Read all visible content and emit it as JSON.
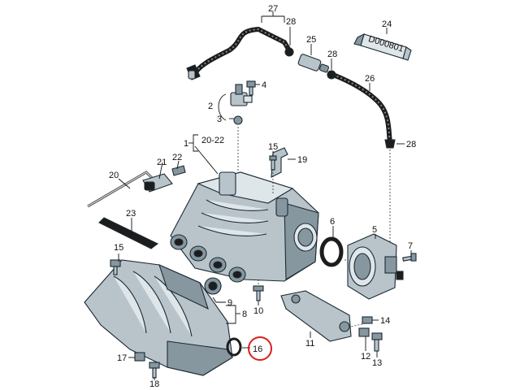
{
  "callouts": [
    {
      "id": "c1",
      "text": "1"
    },
    {
      "id": "c2",
      "text": "2"
    },
    {
      "id": "c3",
      "text": "3"
    },
    {
      "id": "c4",
      "text": "4"
    },
    {
      "id": "c5",
      "text": "5"
    },
    {
      "id": "c6",
      "text": "6"
    },
    {
      "id": "c7",
      "text": "7"
    },
    {
      "id": "c8",
      "text": "8"
    },
    {
      "id": "c9",
      "text": "9"
    },
    {
      "id": "c10",
      "text": "10"
    },
    {
      "id": "c11",
      "text": "11"
    },
    {
      "id": "c12",
      "text": "12"
    },
    {
      "id": "c13",
      "text": "13"
    },
    {
      "id": "c14",
      "text": "14"
    },
    {
      "id": "c15a",
      "text": "15"
    },
    {
      "id": "c15b",
      "text": "15"
    },
    {
      "id": "c16",
      "text": "16",
      "highlight": true
    },
    {
      "id": "c17",
      "text": "17"
    },
    {
      "id": "c18",
      "text": "18"
    },
    {
      "id": "c19",
      "text": "19"
    },
    {
      "id": "c20",
      "text": "20"
    },
    {
      "id": "c2022",
      "text": "20-22"
    },
    {
      "id": "c21",
      "text": "21"
    },
    {
      "id": "c22",
      "text": "22"
    },
    {
      "id": "c23",
      "text": "23"
    },
    {
      "id": "c24",
      "text": "24"
    },
    {
      "id": "c25",
      "text": "25"
    },
    {
      "id": "c26",
      "text": "26"
    },
    {
      "id": "c27",
      "text": "27"
    },
    {
      "id": "c28a",
      "text": "28"
    },
    {
      "id": "c28b",
      "text": "28"
    },
    {
      "id": "c28c",
      "text": "28"
    }
  ],
  "tube_label": "D000801",
  "colors": {
    "highlight_ring": "#d9201c",
    "metal": "#b9c4ca",
    "ink": "#111111"
  }
}
